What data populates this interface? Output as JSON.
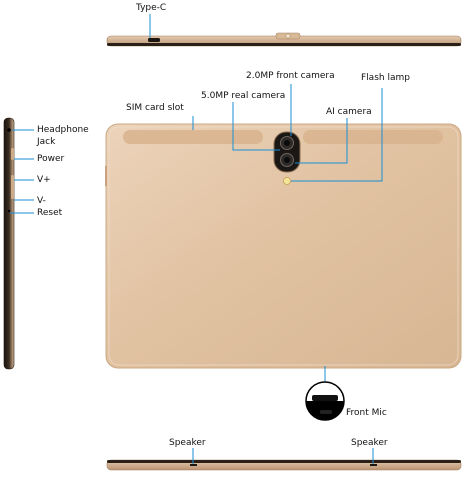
{
  "labels": {
    "type_c": "Type-C",
    "front_camera": "2.0MP front camera",
    "flash_lamp": "Flash lamp",
    "rear_camera": "5.0MP real camera",
    "sim_slot": "SIM card slot",
    "ai_camera": "AI camera",
    "headphone": "Headphone",
    "jack": "Jack",
    "power": "Power",
    "vplus": "V+",
    "vminus": "V-",
    "reset": "Reset",
    "front_mic": "Front  Mic",
    "speaker_left": "Speaker",
    "speaker_right": "Speaker"
  },
  "colors": {
    "gold": "#e2c3a3",
    "gold_dark": "#c9a37f",
    "gold_light": "#efd9c3",
    "leader_line": "#1a8fd6",
    "edge_dark": "#2a2018"
  }
}
